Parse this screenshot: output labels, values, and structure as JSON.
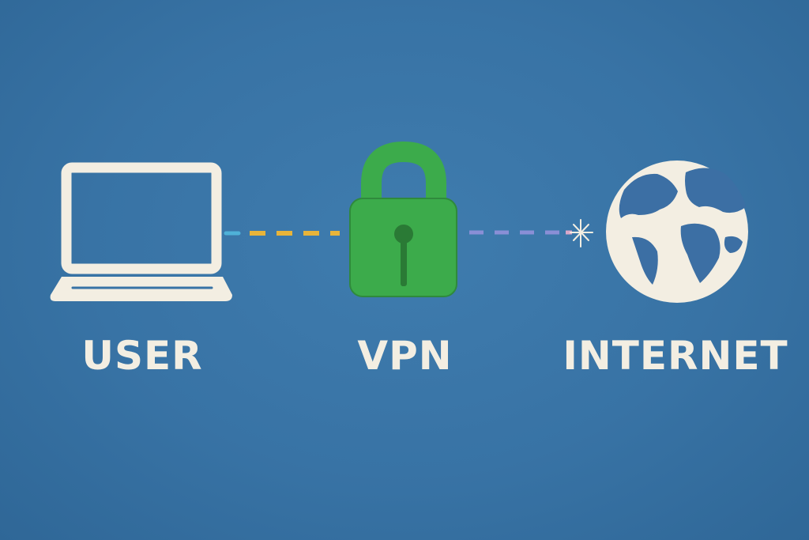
{
  "colors": {
    "background": "#3873a5",
    "icon_cream": "#f3eee2",
    "lock_green": "#3cab4b",
    "lock_outline": "#2f8a3c",
    "keyhole": "#2a7a35",
    "dash_user_vpn": "#e8b43a",
    "dash_user_vpn_start": "#4fb1d8",
    "dash_vpn_internet": "#8a8fd6",
    "dash_vpn_internet_end": "#d9a7c9",
    "globe_land": "#3c6fa4",
    "label_text": "#f3eee2"
  },
  "nodes": {
    "user": {
      "label": "USER",
      "icon": "laptop-icon"
    },
    "vpn": {
      "label": "VPN",
      "icon": "padlock-icon"
    },
    "internet": {
      "label": "INTERNET",
      "icon": "globe-icon"
    }
  },
  "connections": [
    {
      "from": "user",
      "to": "vpn",
      "style": "dashed"
    },
    {
      "from": "vpn",
      "to": "internet",
      "style": "dashed"
    }
  ]
}
